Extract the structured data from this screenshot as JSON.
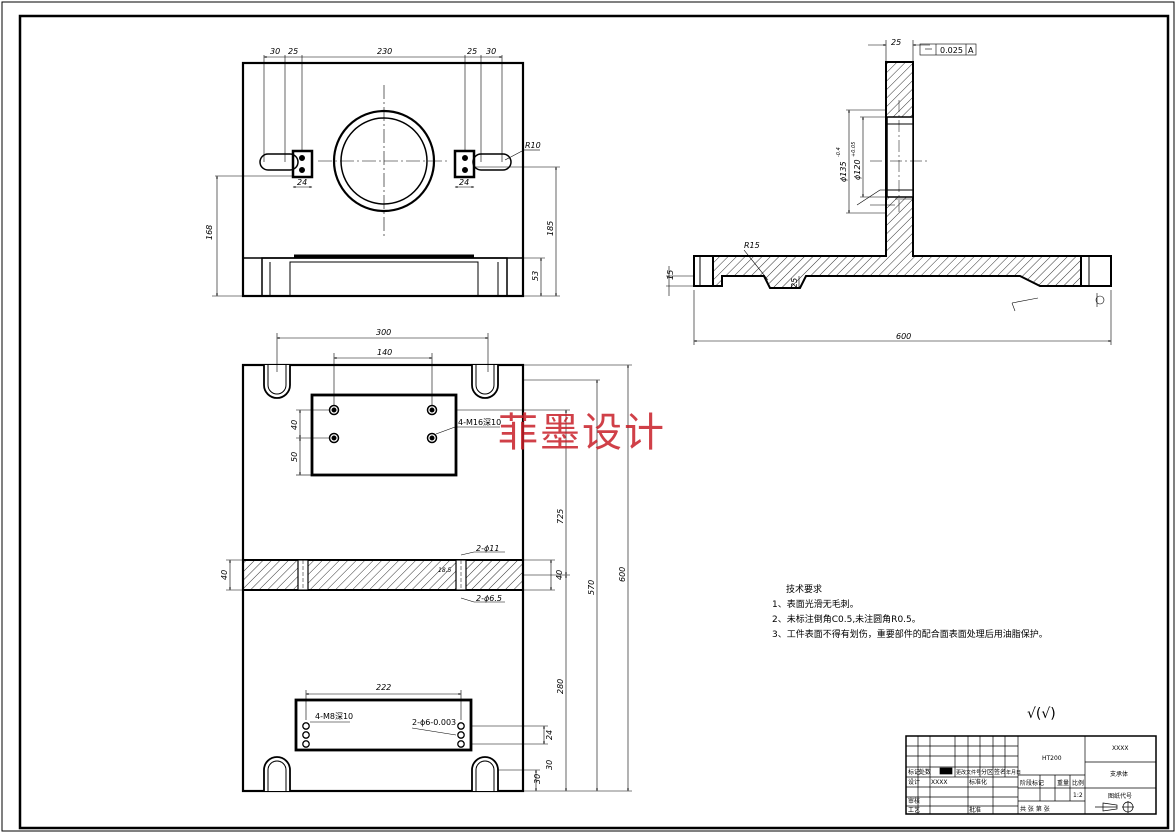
{
  "dims": {
    "top_30_left": "30",
    "top_25_left": "25",
    "top_230": "230",
    "top_25_right": "25",
    "top_30_right": "30",
    "r10": "R10",
    "w24_left": "24",
    "w24_right": "24",
    "h168": "168",
    "h185": "185",
    "h53": "53",
    "side_25": "25",
    "tol": "0.025",
    "datum": "A",
    "d135": "ϕ135",
    "d135_tol": "-0.4",
    "d120": "ϕ120",
    "d120_tol": "+0.05",
    "r15": "R15",
    "s25": "25",
    "s15": "15",
    "s600": "600",
    "p300": "300",
    "p140": "140",
    "p40a": "40",
    "p50": "50",
    "p4m16": "4-M16深10",
    "p725": "725",
    "p40b": "40",
    "p40c": "40",
    "p2d11": "2-ϕ11",
    "p2d65": "2-ϕ6.5",
    "p185b": "18.5",
    "p570": "570",
    "p600": "600",
    "p222": "222",
    "p4m8": "4-M8深10",
    "p2d6": "2-ϕ6-0.003",
    "p280": "280",
    "p24": "24",
    "p30a": "30",
    "p30b": "30"
  },
  "tech": {
    "title": "技术要求",
    "line1": "1、表面光滑无毛刺。",
    "line2": "2、未标注倒角C0.5,未注圆角R0.5。",
    "line3": "3、工件表面不得有划伤，重要部件的配合面表面处理后用油脂保护。"
  },
  "watermark": "菲墨设计",
  "roughness": "√(√)",
  "titleblock": {
    "material": "HT200",
    "company": "XXXX",
    "part_name": "支承体",
    "drawing_no": "图纸代号",
    "scale": "1:2",
    "scale_label": "比例",
    "weight_label": "重量",
    "stage_label": "阶段标记",
    "designer": "XXXX",
    "sheet_info": "共 张  第 张",
    "row_design": "设计",
    "row_check": "审核",
    "row_process": "工艺",
    "row_marks": "标记",
    "row_count": "处数",
    "row_zone": "分区",
    "row_change": "更改文件号",
    "row_sign": "签名",
    "row_date": "年月日",
    "std": "标准化",
    "approve": "批准"
  }
}
